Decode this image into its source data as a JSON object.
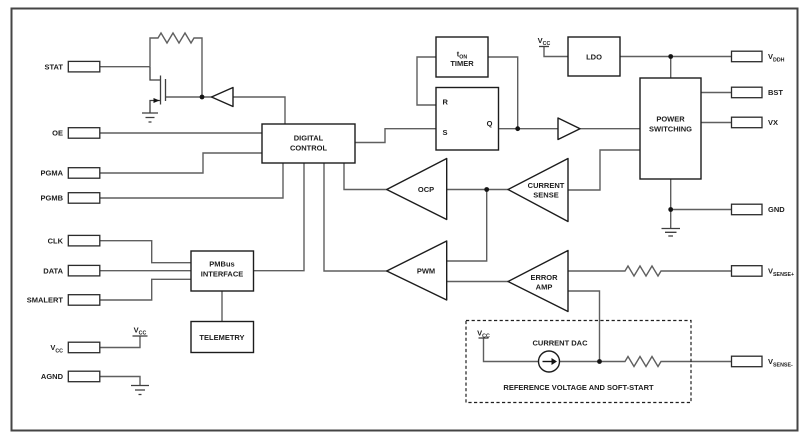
{
  "diagram": {
    "type": "block-diagram",
    "colors": {
      "wire": "#5f5f5f",
      "outline": "#1c1c1c",
      "background": "#ffffff"
    },
    "pins": {
      "left": [
        {
          "name": "STAT"
        },
        {
          "name": "OE"
        },
        {
          "name": "PGMA"
        },
        {
          "name": "PGMB"
        },
        {
          "name": "CLK"
        },
        {
          "name": "DATA"
        },
        {
          "name": "SMALERT"
        },
        {
          "name": "V",
          "sub": "CC"
        },
        {
          "name": "AGND"
        }
      ],
      "right": [
        {
          "name": "V",
          "sub": "DDH"
        },
        {
          "name": "BST"
        },
        {
          "name": "VX"
        },
        {
          "name": "GND"
        },
        {
          "name": "V",
          "sub": "SENSE+"
        },
        {
          "name": "V",
          "sub": "SENSE-"
        }
      ]
    },
    "blocks": {
      "digital_control": {
        "line1": "DIGITAL",
        "line2": "CONTROL"
      },
      "ton_timer": {
        "line1_main": "t",
        "line1_sub": "ON",
        "line2": "TIMER"
      },
      "latch": {
        "r": "R",
        "s": "S",
        "q": "Q"
      },
      "ldo": {
        "label": "LDO"
      },
      "power_switching": {
        "line1": "POWER",
        "line2": "SWITCHING"
      },
      "pmbus_interface": {
        "line1": "PMBus",
        "line2": "INTERFACE"
      },
      "telemetry": {
        "label": "TELEMETRY"
      },
      "ocp": {
        "label": "OCP"
      },
      "pwm": {
        "label": "PWM"
      },
      "current_sense": {
        "line1": "CURRENT",
        "line2": "SENSE"
      },
      "error_amp": {
        "line1": "ERROR",
        "line2": "AMP"
      },
      "current_dac": {
        "label": "CURRENT DAC"
      },
      "reference_box": {
        "label": "REFERENCE VOLTAGE AND SOFT-START"
      }
    },
    "supply_label": {
      "main": "V",
      "sub": "CC"
    }
  }
}
